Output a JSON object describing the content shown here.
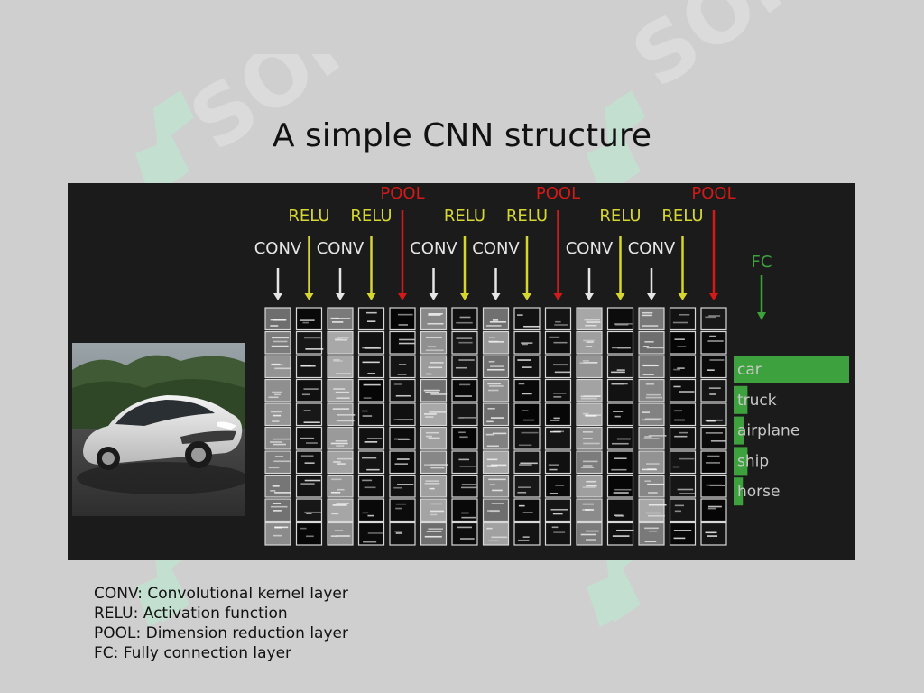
{
  "title": "A simple CNN structure",
  "layers": [
    {
      "label": "CONV",
      "type": "conv"
    },
    {
      "label": "RELU",
      "type": "relu"
    },
    {
      "label": "CONV",
      "type": "conv"
    },
    {
      "label": "RELU",
      "type": "relu"
    },
    {
      "label": "POOL",
      "type": "pool"
    },
    {
      "label": "CONV",
      "type": "conv"
    },
    {
      "label": "RELU",
      "type": "relu"
    },
    {
      "label": "CONV",
      "type": "conv"
    },
    {
      "label": "RELU",
      "type": "relu"
    },
    {
      "label": "POOL",
      "type": "pool"
    },
    {
      "label": "CONV",
      "type": "conv"
    },
    {
      "label": "RELU",
      "type": "relu"
    },
    {
      "label": "CONV",
      "type": "conv"
    },
    {
      "label": "RELU",
      "type": "relu"
    },
    {
      "label": "POOL",
      "type": "pool"
    }
  ],
  "fc_label": "FC",
  "classes": [
    {
      "label": "car",
      "score": 1.0
    },
    {
      "label": "truck",
      "score": 0.12
    },
    {
      "label": "airplane",
      "score": 0.09
    },
    {
      "label": "ship",
      "score": 0.12
    },
    {
      "label": "horse",
      "score": 0.08
    }
  ],
  "legend": [
    "CONV: Convolutional kernel layer",
    "RELU: Activation function",
    "POOL: Dimension reduction layer",
    "FC: Fully connection layer"
  ],
  "watermark_text": "SOFF",
  "colors": {
    "conv": "#e6e6e6",
    "relu": "#d6d631",
    "pool": "#d11a1a",
    "fc": "#3da23d",
    "panel": "#1b1b1b",
    "background": "#cfcfcf",
    "watermark": "#b9f0d2"
  }
}
